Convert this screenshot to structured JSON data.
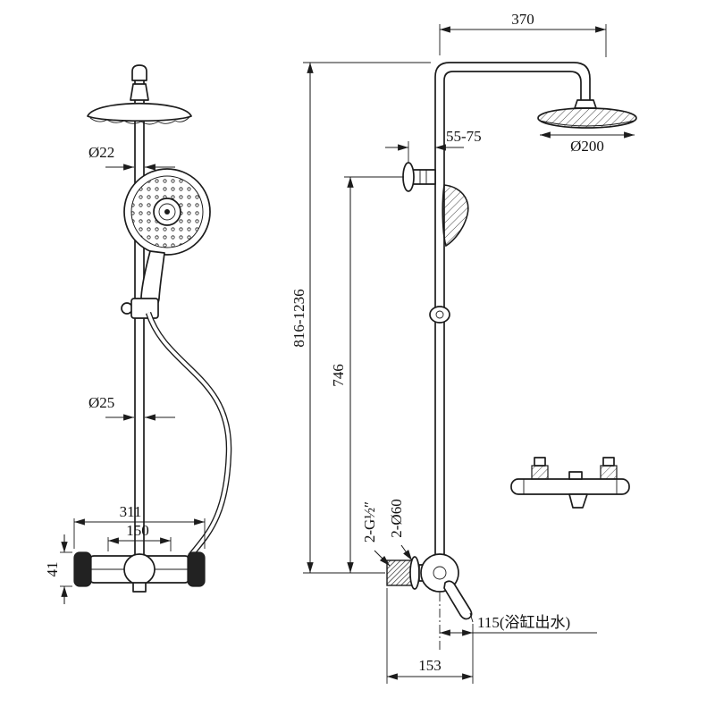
{
  "dims": {
    "arm_length": "370",
    "wall_clearance": "55-75",
    "head_diameter": "Ø200",
    "pipe_top": "Ø22",
    "pipe": "Ø25",
    "height_range": "816-1236",
    "riser": "746",
    "valve_width": "311",
    "inlet_spacing": "150",
    "valve_height": "41",
    "thread": "2-G½″",
    "escutcheon": "2-Ø60",
    "spout": "115(浴缸出水)",
    "depth": "153"
  }
}
